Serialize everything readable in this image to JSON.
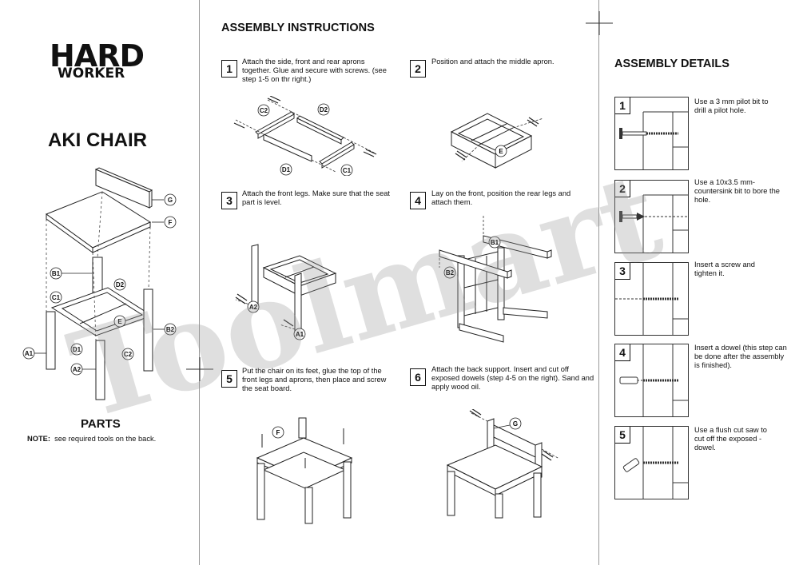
{
  "brand": {
    "line1": "HARD",
    "line2": "WORKER"
  },
  "product_title": "AKI CHAIR",
  "parts": {
    "heading": "PARTS",
    "note_label": "NOTE:",
    "note_text": "see required tools on the back.",
    "labels": [
      "G",
      "F",
      "B1",
      "D2",
      "C1",
      "E",
      "B2",
      "A1",
      "D1",
      "C2",
      "A2"
    ]
  },
  "assembly": {
    "heading": "ASSEMBLY INSTRUCTIONS",
    "steps": [
      {
        "num": "1",
        "text": "Attach the side, front and rear aprons together. Glue and secure with screws. (see step 1-5 on thr right.)",
        "labels": [
          "C2",
          "D2",
          "D1",
          "C1"
        ]
      },
      {
        "num": "2",
        "text": "Position and attach the middle apron.",
        "labels": [
          "E"
        ]
      },
      {
        "num": "3",
        "text": "Attach the front legs. Make sure that the seat part is level.",
        "labels": [
          "A2",
          "A1"
        ]
      },
      {
        "num": "4",
        "text": "Lay on the front, position the rear legs and attach them.",
        "labels": [
          "B1",
          "B2"
        ]
      },
      {
        "num": "5",
        "text": "Put the chair on its feet, glue the top of the front legs and aprons, then place and screw the seat board.",
        "labels": [
          "F"
        ]
      },
      {
        "num": "6",
        "text": "Attach the back support. Insert and cut off exposed dowels (step 4-5 on the right). Sand and apply wood oil.",
        "labels": [
          "G"
        ]
      }
    ]
  },
  "details": {
    "heading": "ASSEMBLY DETAILS",
    "steps": [
      {
        "num": "1",
        "text": "Use a 3 mm pilot bit to drill a pilot hole."
      },
      {
        "num": "2",
        "text": "Use a 10x3.5 mm-countersink bit to bore the hole."
      },
      {
        "num": "3",
        "text": "Insert a screw and tighten it."
      },
      {
        "num": "4",
        "text": "Insert a dowel (this step can be done after the assembly is finished)."
      },
      {
        "num": "5",
        "text": "Use a flush cut saw to cut off the exposed - dowel."
      }
    ]
  },
  "watermark": "Toolmart"
}
